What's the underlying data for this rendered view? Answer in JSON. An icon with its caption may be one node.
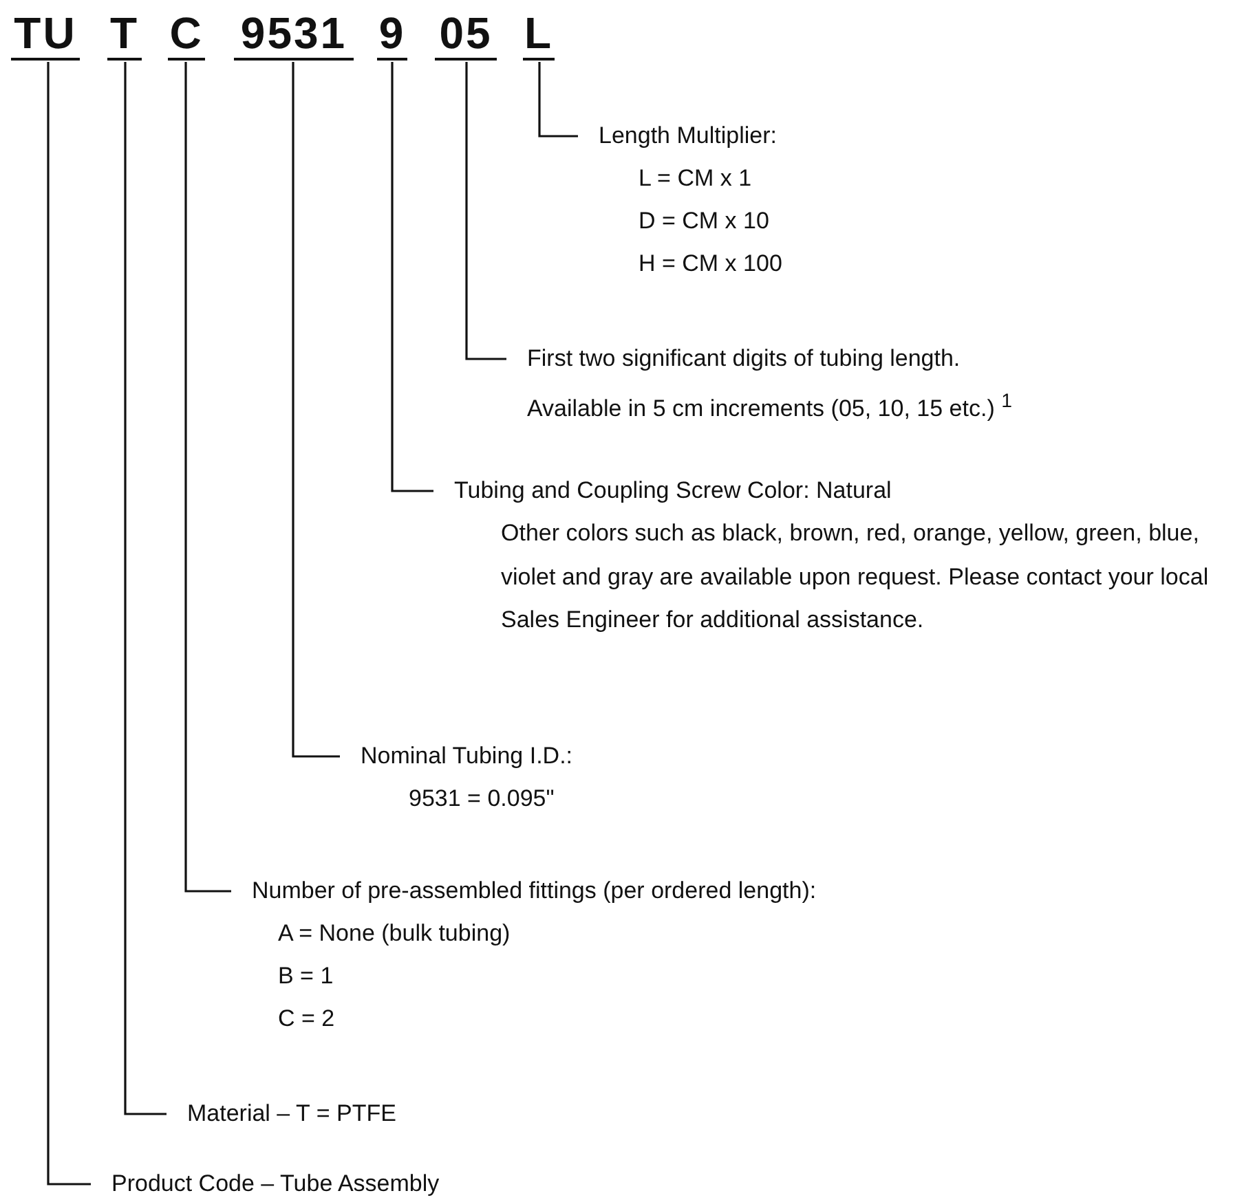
{
  "diagram": {
    "nodes": [
      {
        "text": [
          "TU"
        ]
      },
      {
        "text": [
          "T"
        ]
      },
      {
        "text": [
          "C"
        ]
      },
      {
        "text": [
          "9531"
        ]
      },
      {
        "text": [
          "9"
        ]
      },
      {
        "text": [
          "05"
        ]
      },
      {
        "text": [
          "L"
        ]
      },
      {
        "text": [
          "Length Multiplier:",
          "L  =  CM x 1",
          "D  =  CM x 10",
          "H  =  CM x 100"
        ]
      },
      {
        "text": [
          "First two significant digits of tubing length.",
          "Available in 5 cm increments (05, 10, 15 etc.) $^{1}$"
        ]
      },
      {
        "text": [
          "Tubing and Coupling Screw Color: Natural",
          "Other colors such as black, brown, red, orange, yellow, green, blue, violet and gray are available upon request. Please contact your local Sales Engineer for additional assistance."
        ]
      },
      {
        "text": [
          "Nominal Tubing I.D.:",
          "9531 = 0.095\""
        ]
      },
      {
        "text": [
          "Number of pre-assembled fittings (per ordered length):",
          "A = None (bulk tubing)",
          "B = 1",
          "C = 2"
        ]
      },
      {
        "text": [
          "Material – T = PTFE"
        ]
      },
      {
        "text": [
          "Product Code – Tube Assembly"
        ]
      }
    ],
    "edges": [
      {
        "from": 6,
        "to": 7,
        "arrow": "none"
      },
      {
        "from": 5,
        "to": 8,
        "arrow": "none"
      },
      {
        "from": 4,
        "to": 9,
        "arrow": "none"
      },
      {
        "from": 3,
        "to": 10,
        "arrow": "none"
      },
      {
        "from": 2,
        "to": 11,
        "arrow": "none"
      },
      {
        "from": 1,
        "to": 12,
        "arrow": "none"
      },
      {
        "from": 0,
        "to": 13,
        "arrow": "none"
      }
    ]
  }
}
